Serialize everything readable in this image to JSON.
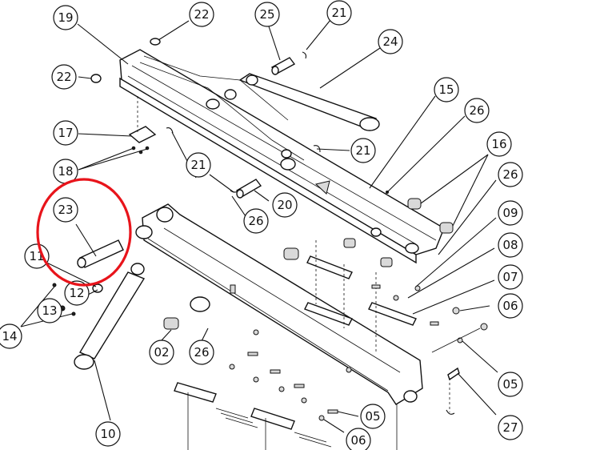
{
  "diagram": {
    "highlight_color": "#e8141b",
    "callouts": [
      {
        "id": "c19",
        "text": "19"
      },
      {
        "id": "c22a",
        "text": "22"
      },
      {
        "id": "c25",
        "text": "25"
      },
      {
        "id": "c21a",
        "text": "21"
      },
      {
        "id": "c24",
        "text": "24"
      },
      {
        "id": "c22b",
        "text": "22"
      },
      {
        "id": "c15",
        "text": "15"
      },
      {
        "id": "c26a",
        "text": "26"
      },
      {
        "id": "c17",
        "text": "17"
      },
      {
        "id": "c21b",
        "text": "21"
      },
      {
        "id": "c16",
        "text": "16"
      },
      {
        "id": "c18",
        "text": "18"
      },
      {
        "id": "c21c",
        "text": "21"
      },
      {
        "id": "c26b",
        "text": "26"
      },
      {
        "id": "c23",
        "text": "23"
      },
      {
        "id": "c20",
        "text": "20"
      },
      {
        "id": "c26c",
        "text": "26"
      },
      {
        "id": "c09",
        "text": "09"
      },
      {
        "id": "c11",
        "text": "11"
      },
      {
        "id": "c08",
        "text": "08"
      },
      {
        "id": "c12",
        "text": "12"
      },
      {
        "id": "c07",
        "text": "07"
      },
      {
        "id": "c13",
        "text": "13"
      },
      {
        "id": "c06a",
        "text": "06"
      },
      {
        "id": "c14",
        "text": "14"
      },
      {
        "id": "c02",
        "text": "02"
      },
      {
        "id": "c26d",
        "text": "26"
      },
      {
        "id": "c05a",
        "text": "05"
      },
      {
        "id": "c10",
        "text": "10"
      },
      {
        "id": "c27",
        "text": "27"
      },
      {
        "id": "c05b",
        "text": "05"
      },
      {
        "id": "c06b",
        "text": "06"
      }
    ]
  }
}
